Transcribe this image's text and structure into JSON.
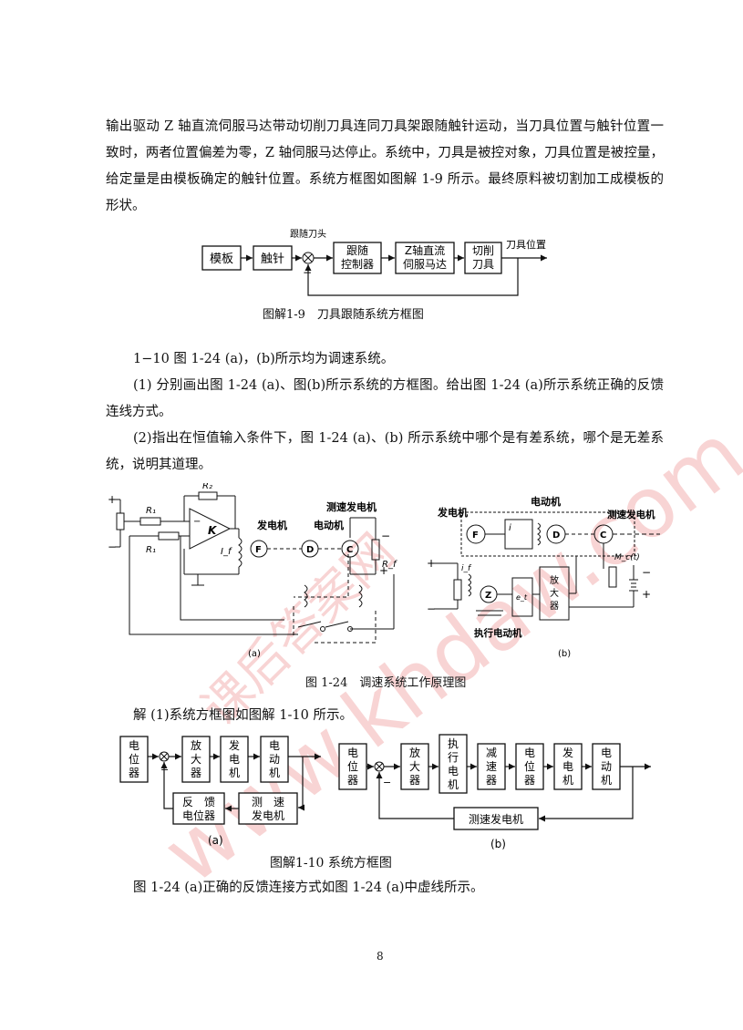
{
  "paragraphs": {
    "p1": "输出驱动 Z 轴直流伺服马达带动切削刀具连同刀具架跟随触针运动，当刀具位置与触针位置一致时，两者位置偏差为零，Z 轴伺服马达停止。系统中，刀具是被控对象，刀具位置是被控量，给定量是由模板确定的触针位置。系统方框图如图解 1-9 所示。最终原料被切割加工成模板的形状。",
    "q_title": "1−10 图 1-24 (a)，(b)所示均为调速系统。",
    "q1": "(1) 分别画出图 1-24 (a)、图(b)所示系统的方框图。给出图 1-24 (a)所示系统正确的反馈连线方式。",
    "q2": "(2)指出在恒值输入条件下，图 1-24 (a)、(b) 所示系统中哪个是有差系统，哪个是无差系统，说明其道理。",
    "ans1": "解 (1)系统方框图如图解 1-10 所示。",
    "ans2": "图 1-24 (a)正确的反馈连接方式如图 1-24 (a)中虚线所示。"
  },
  "fig19": {
    "caption": "图解1-9　刀具跟随系统方框图",
    "blocks": [
      "模板",
      "触针",
      "跟随控制器",
      "Z轴直流伺服马达",
      "切削刀具"
    ],
    "labels": {
      "tool_tip": "跟随刀头",
      "output": "刀具位置",
      "minus": "−"
    }
  },
  "fig124": {
    "caption": "图 1-24　调速系统工作原理图",
    "sub_a": "(a)",
    "sub_b": "(b)",
    "a_labels": {
      "R2": "R₂",
      "R1a": "R₁",
      "R1b": "R₁",
      "K": "K",
      "If": "I_f",
      "Rf": "R_f",
      "gen": "发电机",
      "motor": "电动机",
      "tacho": "测速发电机",
      "F": "F",
      "D": "D",
      "C": "C",
      "plus": "+",
      "minus": "−"
    },
    "b_labels": {
      "gen": "发电机",
      "motor": "电动机",
      "tacho": "测速发电机",
      "exec": "执行电动机",
      "amp": "放大器",
      "F": "F",
      "D": "D",
      "C": "C",
      "Z": "Z",
      "i": "i",
      "if": "i_f",
      "e": "e_t",
      "Mc": "M_c(t)",
      "plus": "+",
      "minus": "−"
    }
  },
  "fig110": {
    "caption": "图解1-10 系统方框图",
    "sub_a": "(a)",
    "sub_b": "(b)",
    "a_blocks": [
      "电位器",
      "放大器",
      "发电机",
      "电动机"
    ],
    "a_feedback": [
      "反馈电位器",
      "测速发电机"
    ],
    "b_blocks": [
      "电位器",
      "放大器",
      "执行电机",
      "减速器",
      "电位器",
      "发电机",
      "电动机"
    ],
    "b_feedback": "测速发电机",
    "minus": "−"
  },
  "page_number": "8",
  "watermark": {
    "cn": "课后答案网",
    "url": "www.khdaw.com"
  }
}
